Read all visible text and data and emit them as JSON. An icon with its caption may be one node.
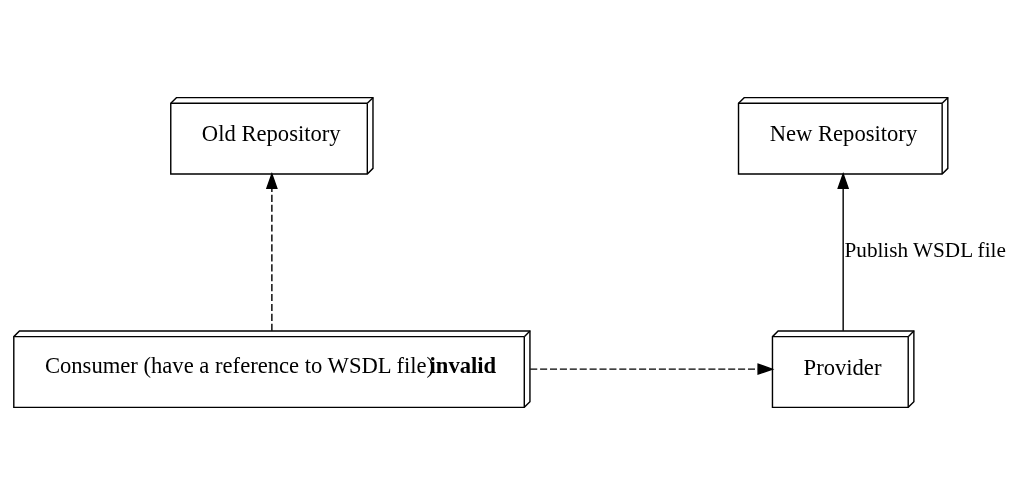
{
  "diagram": {
    "nodes": [
      {
        "text": [
          "New Repository"
        ]
      },
      {
        "text": [
          "Old Repository"
        ]
      },
      {
        "text": [
          "Consumer (have a reference to WSDL file)**invalid**"
        ]
      },
      {
        "text": [
          "Provider"
        ]
      }
    ],
    "edges": [
      {
        "from": 3,
        "to": 0,
        "arrow": "to",
        "label": "Publish WSDL file"
      },
      {
        "from": 2,
        "to": 1,
        "arrow": "to",
        "style": "dashed"
      },
      {
        "from": 2,
        "to": 3,
        "arrow": "to",
        "style": "dashed"
      }
    ]
  }
}
